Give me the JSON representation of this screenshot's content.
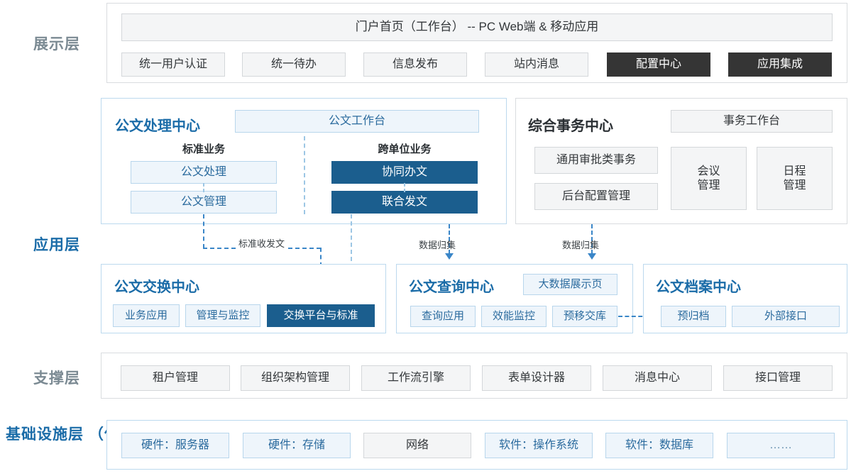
{
  "layers": {
    "presentation": {
      "label": "展示层"
    },
    "application": {
      "label": "应用层"
    },
    "support": {
      "label": "支撑层"
    },
    "infrastructure": {
      "label": "基础设施层\n（信创）"
    }
  },
  "presentation": {
    "banner": "门户首页（工作台） --  PC Web端 & 移动应用",
    "items": [
      {
        "label": "统一用户认证",
        "style": "gray"
      },
      {
        "label": "统一待办",
        "style": "gray"
      },
      {
        "label": "信息发布",
        "style": "gray"
      },
      {
        "label": "站内消息",
        "style": "gray"
      },
      {
        "label": "配置中心",
        "style": "dark"
      },
      {
        "label": "应用集成",
        "style": "dark"
      }
    ]
  },
  "doc_process_center": {
    "title": "公文处理中心",
    "workbench": "公文工作台",
    "left_heading": "标准业务",
    "right_heading": "跨单位业务",
    "left_items": [
      {
        "label": "公文处理",
        "style": "lightblue"
      },
      {
        "label": "公文管理",
        "style": "lightblue"
      }
    ],
    "right_items": [
      {
        "label": "协同办文",
        "style": "navy"
      },
      {
        "label": "联合发文",
        "style": "navy"
      }
    ]
  },
  "affairs_center": {
    "title": "综合事务中心",
    "workbench": "事务工作台",
    "items": [
      {
        "label": "通用审批类事务",
        "style": "gray"
      },
      {
        "label": "后台配置管理",
        "style": "gray"
      }
    ],
    "tall_items": [
      {
        "label": "会议\n管理",
        "style": "gray"
      },
      {
        "label": "日程\n管理",
        "style": "gray"
      }
    ]
  },
  "exchange_center": {
    "title": "公文交换中心",
    "items": [
      {
        "label": "业务应用",
        "style": "lightblue"
      },
      {
        "label": "管理与监控",
        "style": "lightblue"
      },
      {
        "label": "交换平台与标准",
        "style": "navy"
      }
    ]
  },
  "query_center": {
    "title": "公文查询中心",
    "bigdata": "大数据展示页",
    "items": [
      {
        "label": "查询应用",
        "style": "lightblue"
      },
      {
        "label": "效能监控",
        "style": "lightblue"
      },
      {
        "label": "预移交库",
        "style": "lightblue"
      }
    ]
  },
  "archive_center": {
    "title": "公文档案中心",
    "items": [
      {
        "label": "预归档",
        "style": "lightblue"
      },
      {
        "label": "外部接口",
        "style": "lightblue"
      }
    ]
  },
  "connectors": [
    {
      "label": "标准收发文"
    },
    {
      "label": "数据归集"
    },
    {
      "label": "数据归集"
    }
  ],
  "support": {
    "items": [
      {
        "label": "租户管理",
        "style": "gray"
      },
      {
        "label": "组织架构管理",
        "style": "gray"
      },
      {
        "label": "工作流引擎",
        "style": "gray"
      },
      {
        "label": "表单设计器",
        "style": "gray"
      },
      {
        "label": "消息中心",
        "style": "gray"
      },
      {
        "label": "接口管理",
        "style": "gray"
      }
    ]
  },
  "infrastructure": {
    "items": [
      {
        "label": "硬件：服务器",
        "style": "lightblue"
      },
      {
        "label": "硬件：存储",
        "style": "lightblue"
      },
      {
        "label": "网络",
        "style": "gray"
      },
      {
        "label": "软件：操作系统",
        "style": "lightblue"
      },
      {
        "label": "软件：数据库",
        "style": "lightblue"
      },
      {
        "label": "……",
        "style": "lightblue"
      }
    ]
  },
  "colors": {
    "accent_blue": "#1b6ca8",
    "navy": "#1b5e8e",
    "dark": "#353535",
    "light_blue_fill": "#eef5fb",
    "gray_fill": "#f4f5f6",
    "label_gray": "#7b8a93"
  }
}
